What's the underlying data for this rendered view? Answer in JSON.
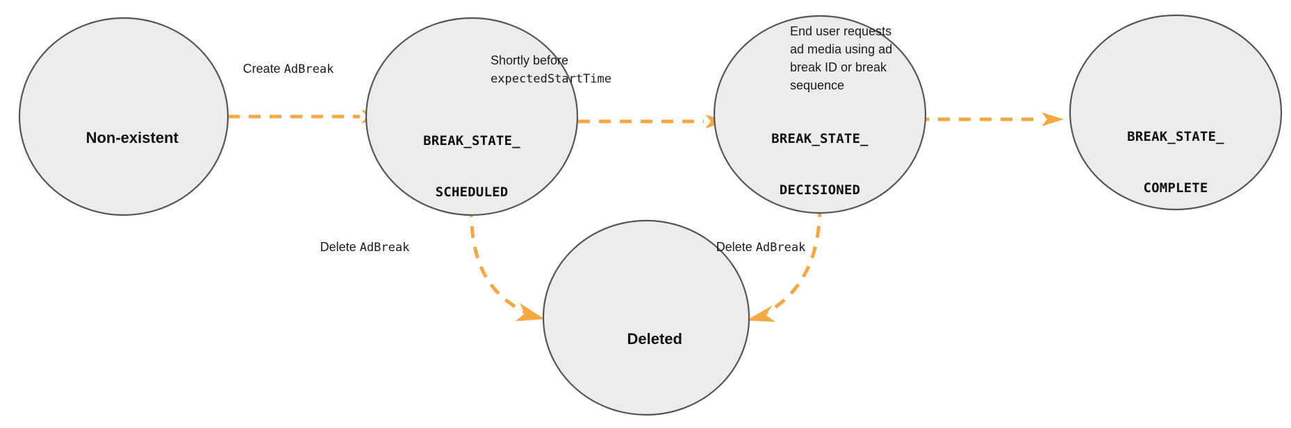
{
  "diagram": {
    "title": "AdBreak state transition diagram",
    "colors": {
      "node_fill": "#ececec",
      "node_stroke": "#555555",
      "edge": "#f5a742",
      "background": "#ffffff",
      "text": "#111111"
    },
    "nodes": [
      {
        "id": "non-existent",
        "label": "Non-existent",
        "line1": "Non-existent",
        "line2": "",
        "style": "sans"
      },
      {
        "id": "break-state-scheduled",
        "label": "BREAK_STATE_SCHEDULED",
        "line1": "BREAK_STATE_",
        "line2": "SCHEDULED",
        "style": "mono"
      },
      {
        "id": "break-state-decisioned",
        "label": "BREAK_STATE_DECISIONED",
        "line1": "BREAK_STATE_",
        "line2": "DECISIONED",
        "style": "mono"
      },
      {
        "id": "break-state-complete",
        "label": "BREAK_STATE_COMPLETE",
        "line1": "BREAK_STATE_",
        "line2": "COMPLETE",
        "style": "mono"
      },
      {
        "id": "deleted",
        "label": "Deleted",
        "line1": "Deleted",
        "line2": "",
        "style": "sans"
      }
    ],
    "edges": [
      {
        "id": "create-adbreak",
        "from": "non-existent",
        "to": "break-state-scheduled",
        "lines": [
          [
            {
              "t": "Create ",
              "f": "sans"
            },
            {
              "t": "AdBreak",
              "f": "mono"
            }
          ]
        ]
      },
      {
        "id": "shortly-before-expected-start-time",
        "from": "break-state-scheduled",
        "to": "break-state-decisioned",
        "lines": [
          [
            {
              "t": "Shortly before",
              "f": "sans"
            }
          ],
          [
            {
              "t": "expectedStartTime",
              "f": "mono"
            }
          ]
        ]
      },
      {
        "id": "end-user-requests-ad-media",
        "from": "break-state-decisioned",
        "to": "break-state-complete",
        "lines": [
          [
            {
              "t": "End user requests",
              "f": "sans"
            }
          ],
          [
            {
              "t": "ad media using ad",
              "f": "sans"
            }
          ],
          [
            {
              "t": "break ID or break",
              "f": "sans"
            }
          ],
          [
            {
              "t": "sequence",
              "f": "sans"
            }
          ]
        ]
      },
      {
        "id": "delete-adbreak-from-scheduled",
        "from": "break-state-scheduled",
        "to": "deleted",
        "lines": [
          [
            {
              "t": "Delete ",
              "f": "sans"
            },
            {
              "t": "AdBreak",
              "f": "mono"
            }
          ]
        ]
      },
      {
        "id": "delete-adbreak-from-decisioned",
        "from": "break-state-decisioned",
        "to": "deleted",
        "lines": [
          [
            {
              "t": "Delete ",
              "f": "sans"
            },
            {
              "t": "AdBreak",
              "f": "mono"
            }
          ]
        ]
      }
    ]
  }
}
